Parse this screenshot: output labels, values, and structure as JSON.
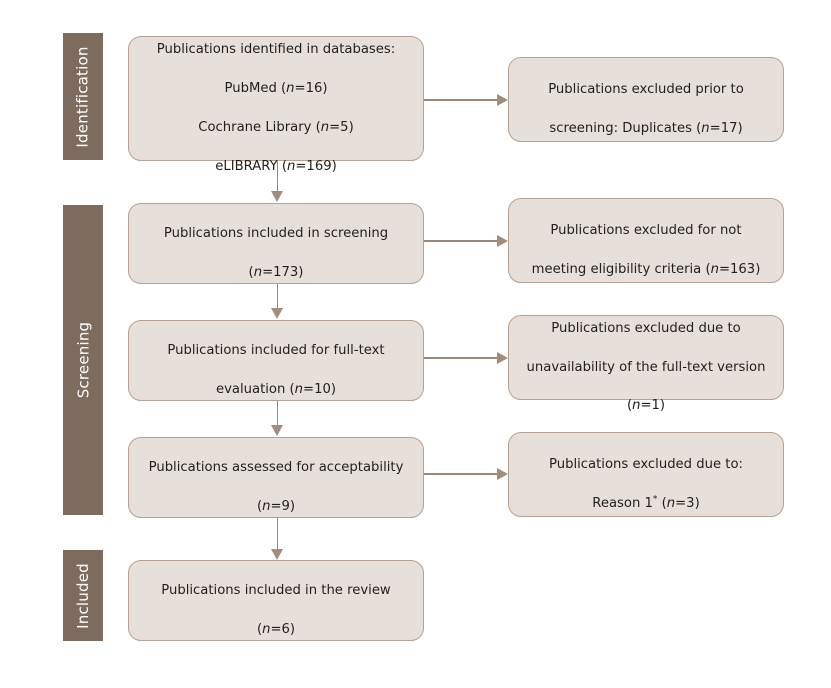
{
  "diagram": {
    "title": "PRISMA flow diagram",
    "type": "flowchart",
    "background_color": "#ffffff",
    "box_fill_color": "#e7dfd9",
    "box_border_color": "#b6a294",
    "stage_bar_color": "#7d6b5d",
    "connector_color": "#9d8878"
  },
  "stages": [
    {
      "id": "identification",
      "label": "Identification"
    },
    {
      "id": "screening",
      "label": "Screening"
    },
    {
      "id": "included",
      "label": "Included"
    }
  ],
  "boxes": {
    "identified": {
      "line1": "Publications identified in databases:",
      "line2_label": "PubMed (",
      "line2_n": "n",
      "line2_value": "=16)",
      "line3_label": "Cochrane Library (",
      "line3_n": "n",
      "line3_value": "=5)",
      "line4_label": "eLIBRARY (",
      "line4_n": "n",
      "line4_value": "=169)"
    },
    "excluded_duplicates": {
      "line1": "Publications excluded prior to",
      "line2_label": "screening: Duplicates (",
      "line2_n": "n",
      "line2_value": "=17)"
    },
    "screening_included": {
      "line1": "Publications included in screening",
      "line2_label": "(",
      "line2_n": "n",
      "line2_value": "=173)"
    },
    "excluded_eligibility": {
      "line1": "Publications excluded for not",
      "line2_label": "meeting eligibility criteria (",
      "line2_n": "n",
      "line2_value": "=163)"
    },
    "fulltext_included": {
      "line1": "Publications included for full-text",
      "line2_label": "evaluation (",
      "line2_n": "n",
      "line2_value": "=10)"
    },
    "excluded_unavailable": {
      "line1": "Publications excluded due to",
      "line2": "unavailability of the full-text version",
      "line3_label": "(",
      "line3_n": "n",
      "line3_value": "=1)"
    },
    "acceptability_assessed": {
      "line1": "Publications assessed for acceptability",
      "line2_label": "(",
      "line2_n": "n",
      "line2_value": "=9)"
    },
    "excluded_reason": {
      "line1": "Publications excluded due to:",
      "line2_prefix": "Reason 1",
      "line2_sup": "*",
      "line2_label": " (",
      "line2_n": "n",
      "line2_value": "=3)"
    },
    "review_included": {
      "line1": "Publications included in the review",
      "line2_label": "(",
      "line2_n": "n",
      "line2_value": "=6)"
    }
  },
  "chart_data": {
    "type": "flowchart",
    "title": "PRISMA flow diagram",
    "nodes": [
      {
        "id": "identified",
        "stage": "Identification",
        "column": "left",
        "text": "Publications identified in databases: PubMed (n=16), Cochrane Library (n=5), eLIBRARY (n=169)",
        "counts": {
          "PubMed": 16,
          "Cochrane Library": 5,
          "eLIBRARY": 169
        }
      },
      {
        "id": "excluded_duplicates",
        "stage": "Identification",
        "column": "right",
        "text": "Publications excluded prior to screening: Duplicates (n=17)",
        "n": 17
      },
      {
        "id": "screening_included",
        "stage": "Screening",
        "column": "left",
        "text": "Publications included in screening (n=173)",
        "n": 173
      },
      {
        "id": "excluded_eligibility",
        "stage": "Screening",
        "column": "right",
        "text": "Publications excluded for not meeting eligibility criteria (n=163)",
        "n": 163
      },
      {
        "id": "fulltext_included",
        "stage": "Screening",
        "column": "left",
        "text": "Publications included for full-text evaluation (n=10)",
        "n": 10
      },
      {
        "id": "excluded_unavailable",
        "stage": "Screening",
        "column": "right",
        "text": "Publications excluded due to unavailability of the full-text version (n=1)",
        "n": 1
      },
      {
        "id": "acceptability_assessed",
        "stage": "Screening",
        "column": "left",
        "text": "Publications assessed for acceptability (n=9)",
        "n": 9
      },
      {
        "id": "excluded_reason",
        "stage": "Screening",
        "column": "right",
        "text": "Publications excluded due to: Reason 1* (n=3)",
        "n": 3
      },
      {
        "id": "review_included",
        "stage": "Included",
        "column": "left",
        "text": "Publications included in the review (n=6)",
        "n": 6
      }
    ],
    "edges": [
      {
        "from": "identified",
        "to": "excluded_duplicates",
        "direction": "right"
      },
      {
        "from": "identified",
        "to": "screening_included",
        "direction": "down"
      },
      {
        "from": "screening_included",
        "to": "excluded_eligibility",
        "direction": "right"
      },
      {
        "from": "screening_included",
        "to": "fulltext_included",
        "direction": "down"
      },
      {
        "from": "fulltext_included",
        "to": "excluded_unavailable",
        "direction": "right"
      },
      {
        "from": "fulltext_included",
        "to": "acceptability_assessed",
        "direction": "down"
      },
      {
        "from": "acceptability_assessed",
        "to": "excluded_reason",
        "direction": "right"
      },
      {
        "from": "acceptability_assessed",
        "to": "review_included",
        "direction": "down"
      }
    ]
  }
}
